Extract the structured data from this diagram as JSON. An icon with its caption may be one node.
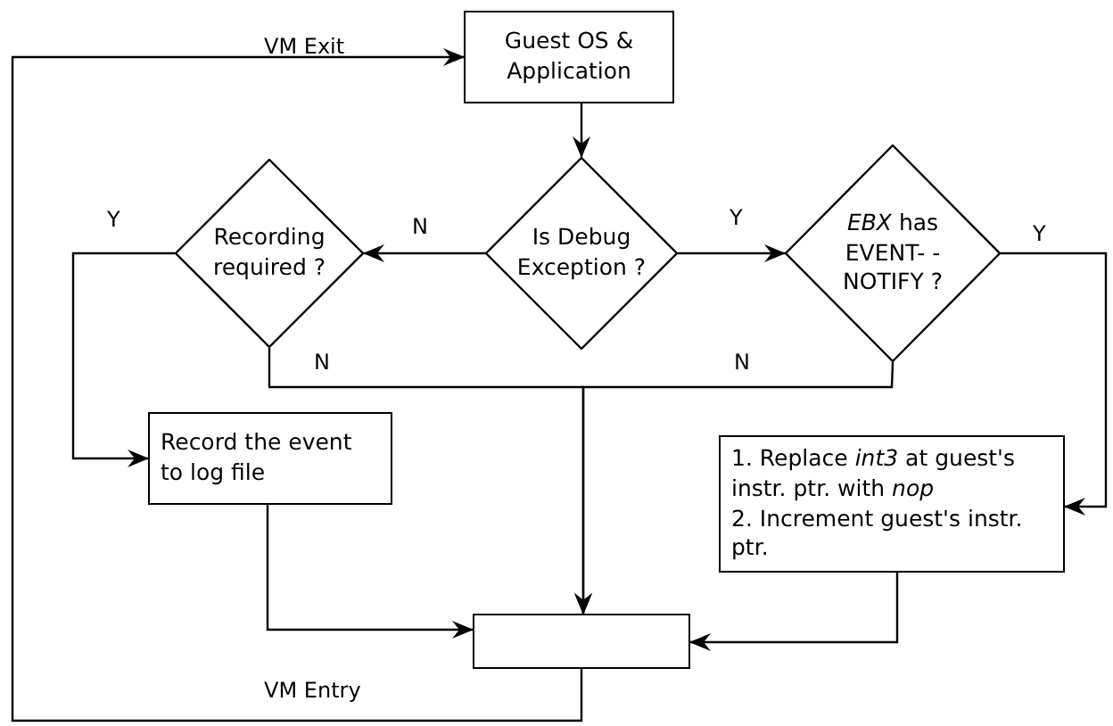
{
  "diagram": {
    "nodes": [
      {
        "text": [
          "Guest OS & Application"
        ]
      },
      {
        "text": [
          "Recording required ?"
        ]
      },
      {
        "text": [
          "Is Debug Exception ?"
        ]
      },
      {
        "text": [
          "*EBX* has EVENT- -NOTIFY ?"
        ]
      },
      {
        "text": [
          "Record the event to log file"
        ]
      },
      {
        "text": [
          "1. Replace *int3* at guest's instr. ptr. with *nop*",
          "2. Increment guest's instr. ptr."
        ]
      },
      {
        "text": [],
        "shape": "box"
      }
    ],
    "edges": [
      {
        "from": 0,
        "to": 2,
        "arrow": "to"
      },
      {
        "from": 2,
        "to": 1,
        "arrow": "to",
        "label": "N"
      },
      {
        "from": 2,
        "to": 3,
        "arrow": "to",
        "label": "Y"
      },
      {
        "from": 1,
        "to": 4,
        "arrow": "to",
        "label": "Y"
      },
      {
        "from": 3,
        "to": 5,
        "arrow": "to",
        "label": "Y"
      },
      {
        "from": 1,
        "to": 6,
        "arrow": "to",
        "label": "N"
      },
      {
        "from": 3,
        "to": 6,
        "arrow": "to",
        "label": "N"
      },
      {
        "from": 4,
        "to": 6,
        "arrow": "to"
      },
      {
        "from": 5,
        "to": 6,
        "arrow": "to"
      },
      {
        "from": 6,
        "to": 0,
        "arrow": "to",
        "label": "VM Entry"
      }
    ],
    "labels": [
      "VM Exit"
    ]
  }
}
